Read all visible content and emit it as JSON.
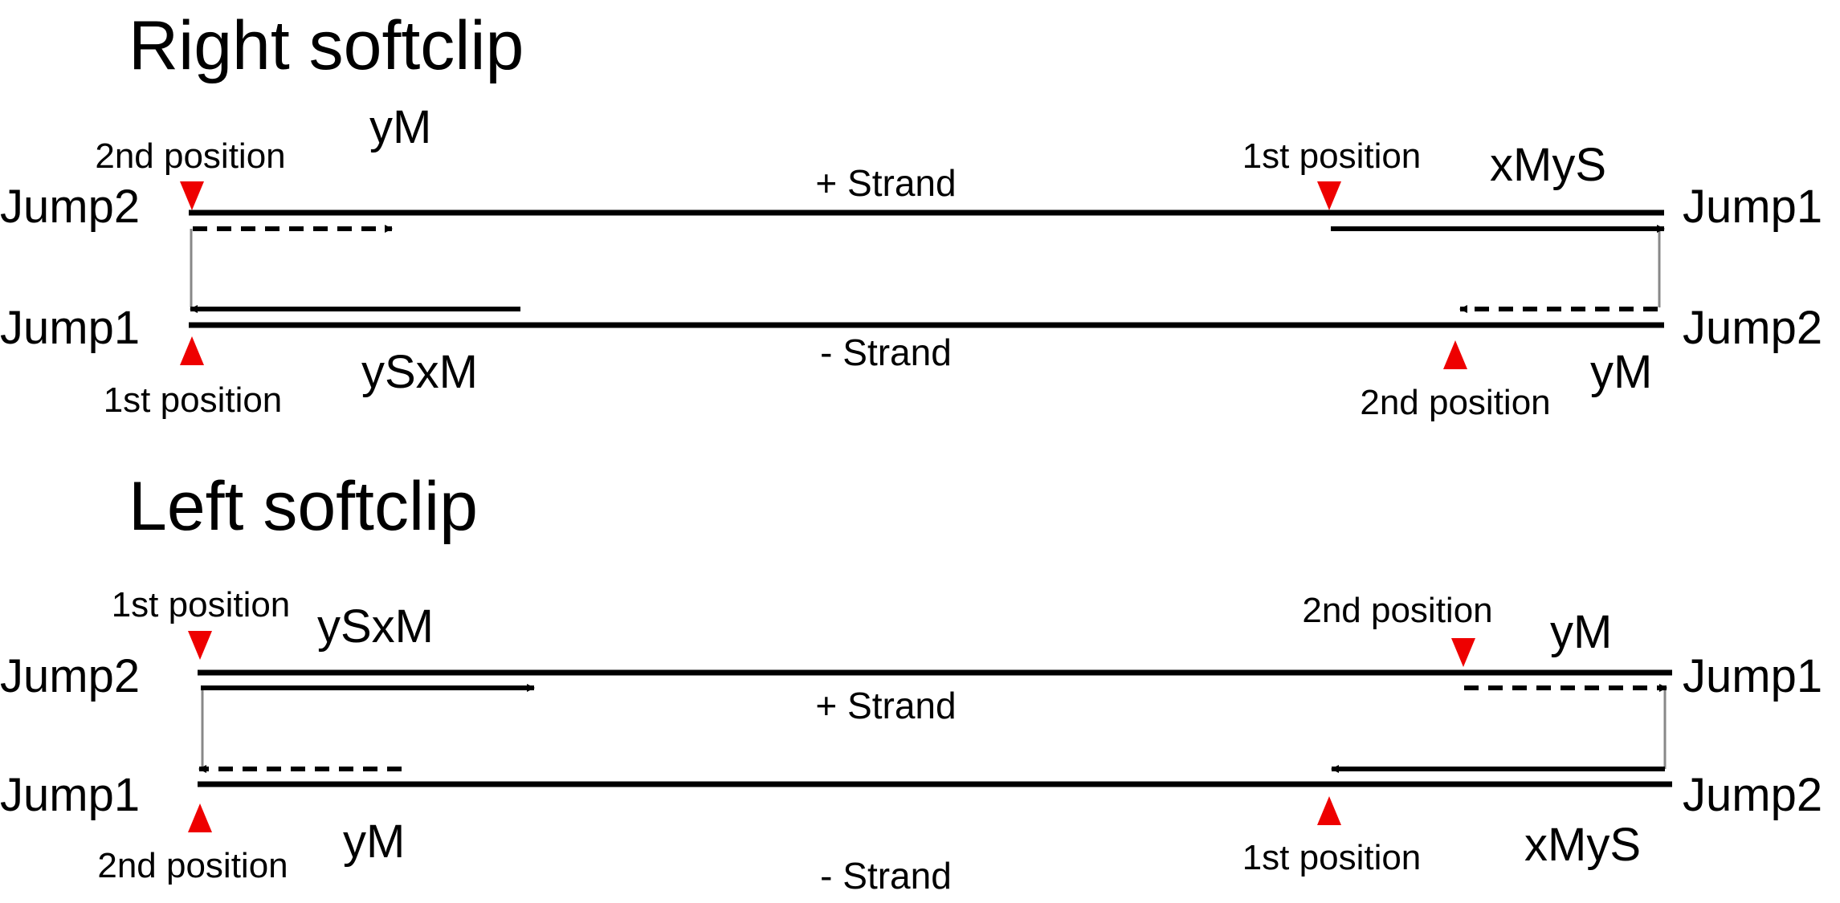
{
  "colors": {
    "marker": "#ee0000",
    "line": "#000000",
    "connector": "#888888"
  },
  "panels": [
    {
      "title": "Right softclip",
      "jump_top_left": "Jump2",
      "jump_top_right": "Jump1",
      "jump_bottom_left": "Jump1",
      "jump_bottom_right": "Jump2",
      "plus_strand": "+ Strand",
      "minus_strand": "- Strand",
      "top_left_read": "yM",
      "top_right_read": "xMyS",
      "bottom_left_read": "ySxM",
      "bottom_right_read": "yM",
      "top_left_pos": "2nd position",
      "top_right_pos": "1st position",
      "bottom_left_pos": "1st position",
      "bottom_right_pos": "2nd position"
    },
    {
      "title": "Left softclip",
      "jump_top_left": "Jump2",
      "jump_top_right": "Jump1",
      "jump_bottom_left": "Jump1",
      "jump_bottom_right": "Jump2",
      "plus_strand": "+ Strand",
      "minus_strand": "- Strand",
      "top_left_read": "ySxM",
      "top_right_read": "yM",
      "bottom_left_read": "yM",
      "bottom_right_read": "xMyS",
      "top_left_pos": "1st position",
      "top_right_pos": "2nd position",
      "bottom_left_pos": "2nd position",
      "bottom_right_pos": "1st position"
    }
  ]
}
